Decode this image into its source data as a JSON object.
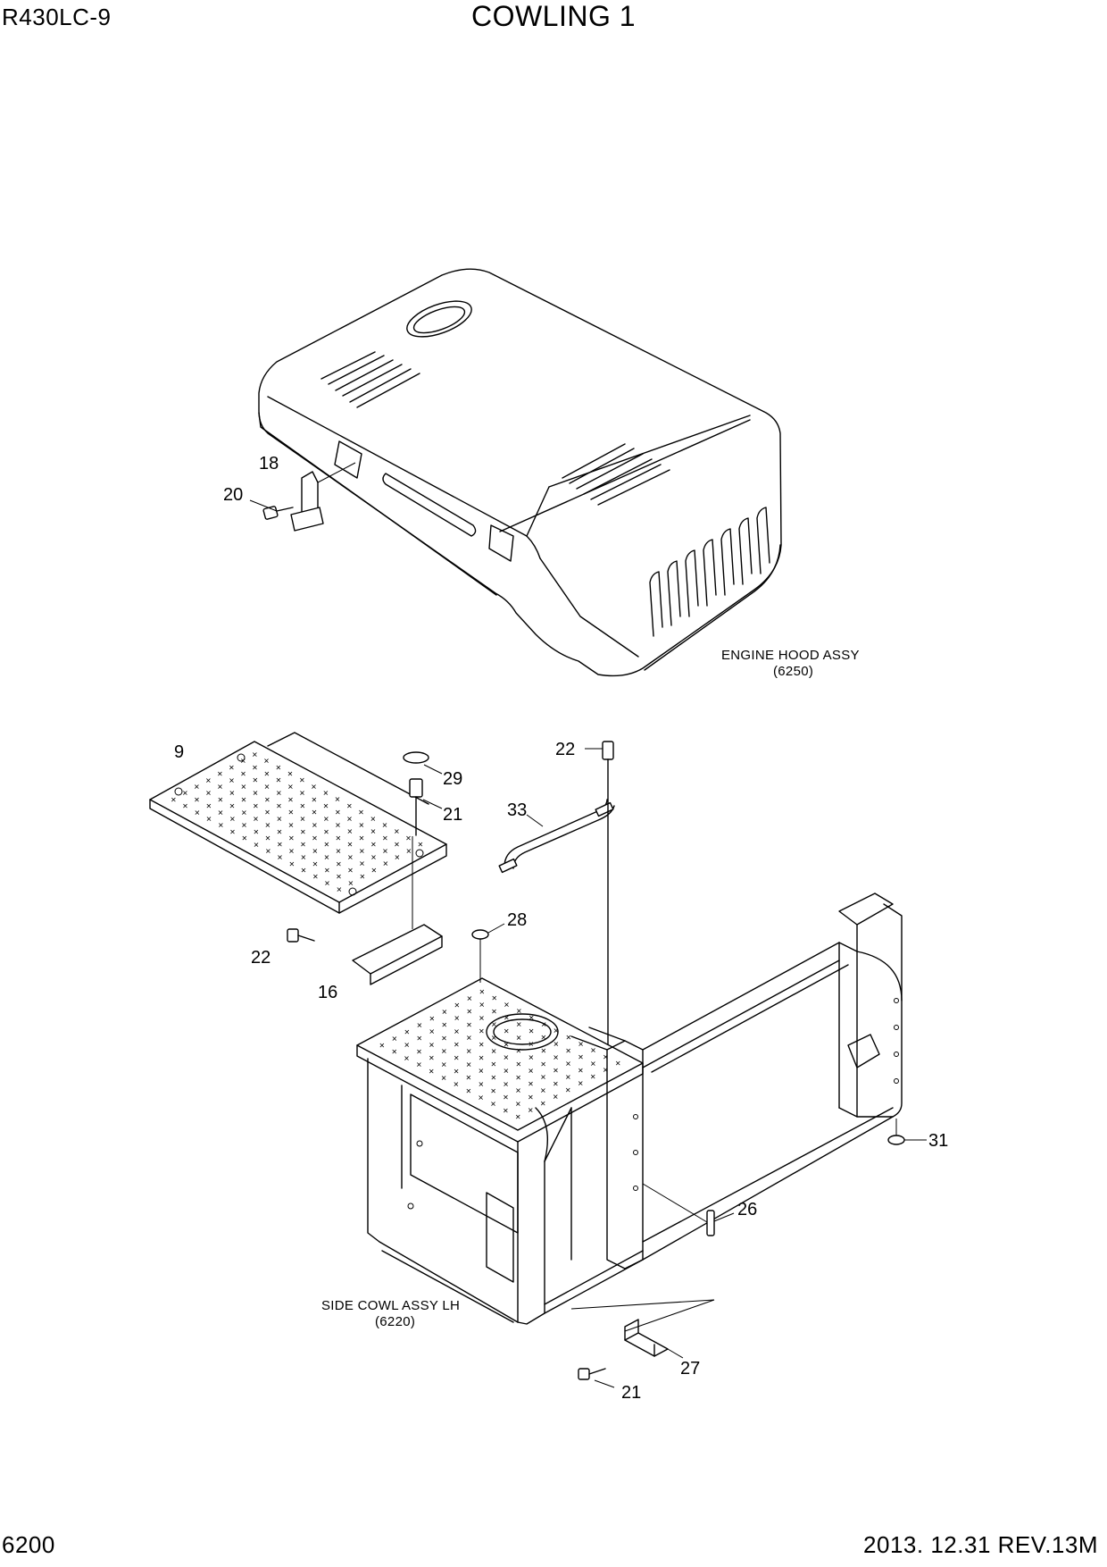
{
  "header": {
    "model": "R430LC-9",
    "title": "COWLING 1"
  },
  "footer": {
    "page_number": "6200",
    "revision": "2013. 12.31  REV.13M"
  },
  "assemblies": {
    "engine_hood": {
      "name": "ENGINE HOOD ASSY",
      "ref": "(6250)"
    },
    "side_cowl": {
      "name": "SIDE COWL ASSY LH",
      "ref": "(6220)"
    }
  },
  "callouts": {
    "c18": "18",
    "c20": "20",
    "c9": "9",
    "c29": "29",
    "c21a": "21",
    "c22a": "22",
    "c33": "33",
    "c28": "28",
    "c22b": "22",
    "c16": "16",
    "c31": "31",
    "c26": "26",
    "c27": "27",
    "c21b": "21"
  }
}
